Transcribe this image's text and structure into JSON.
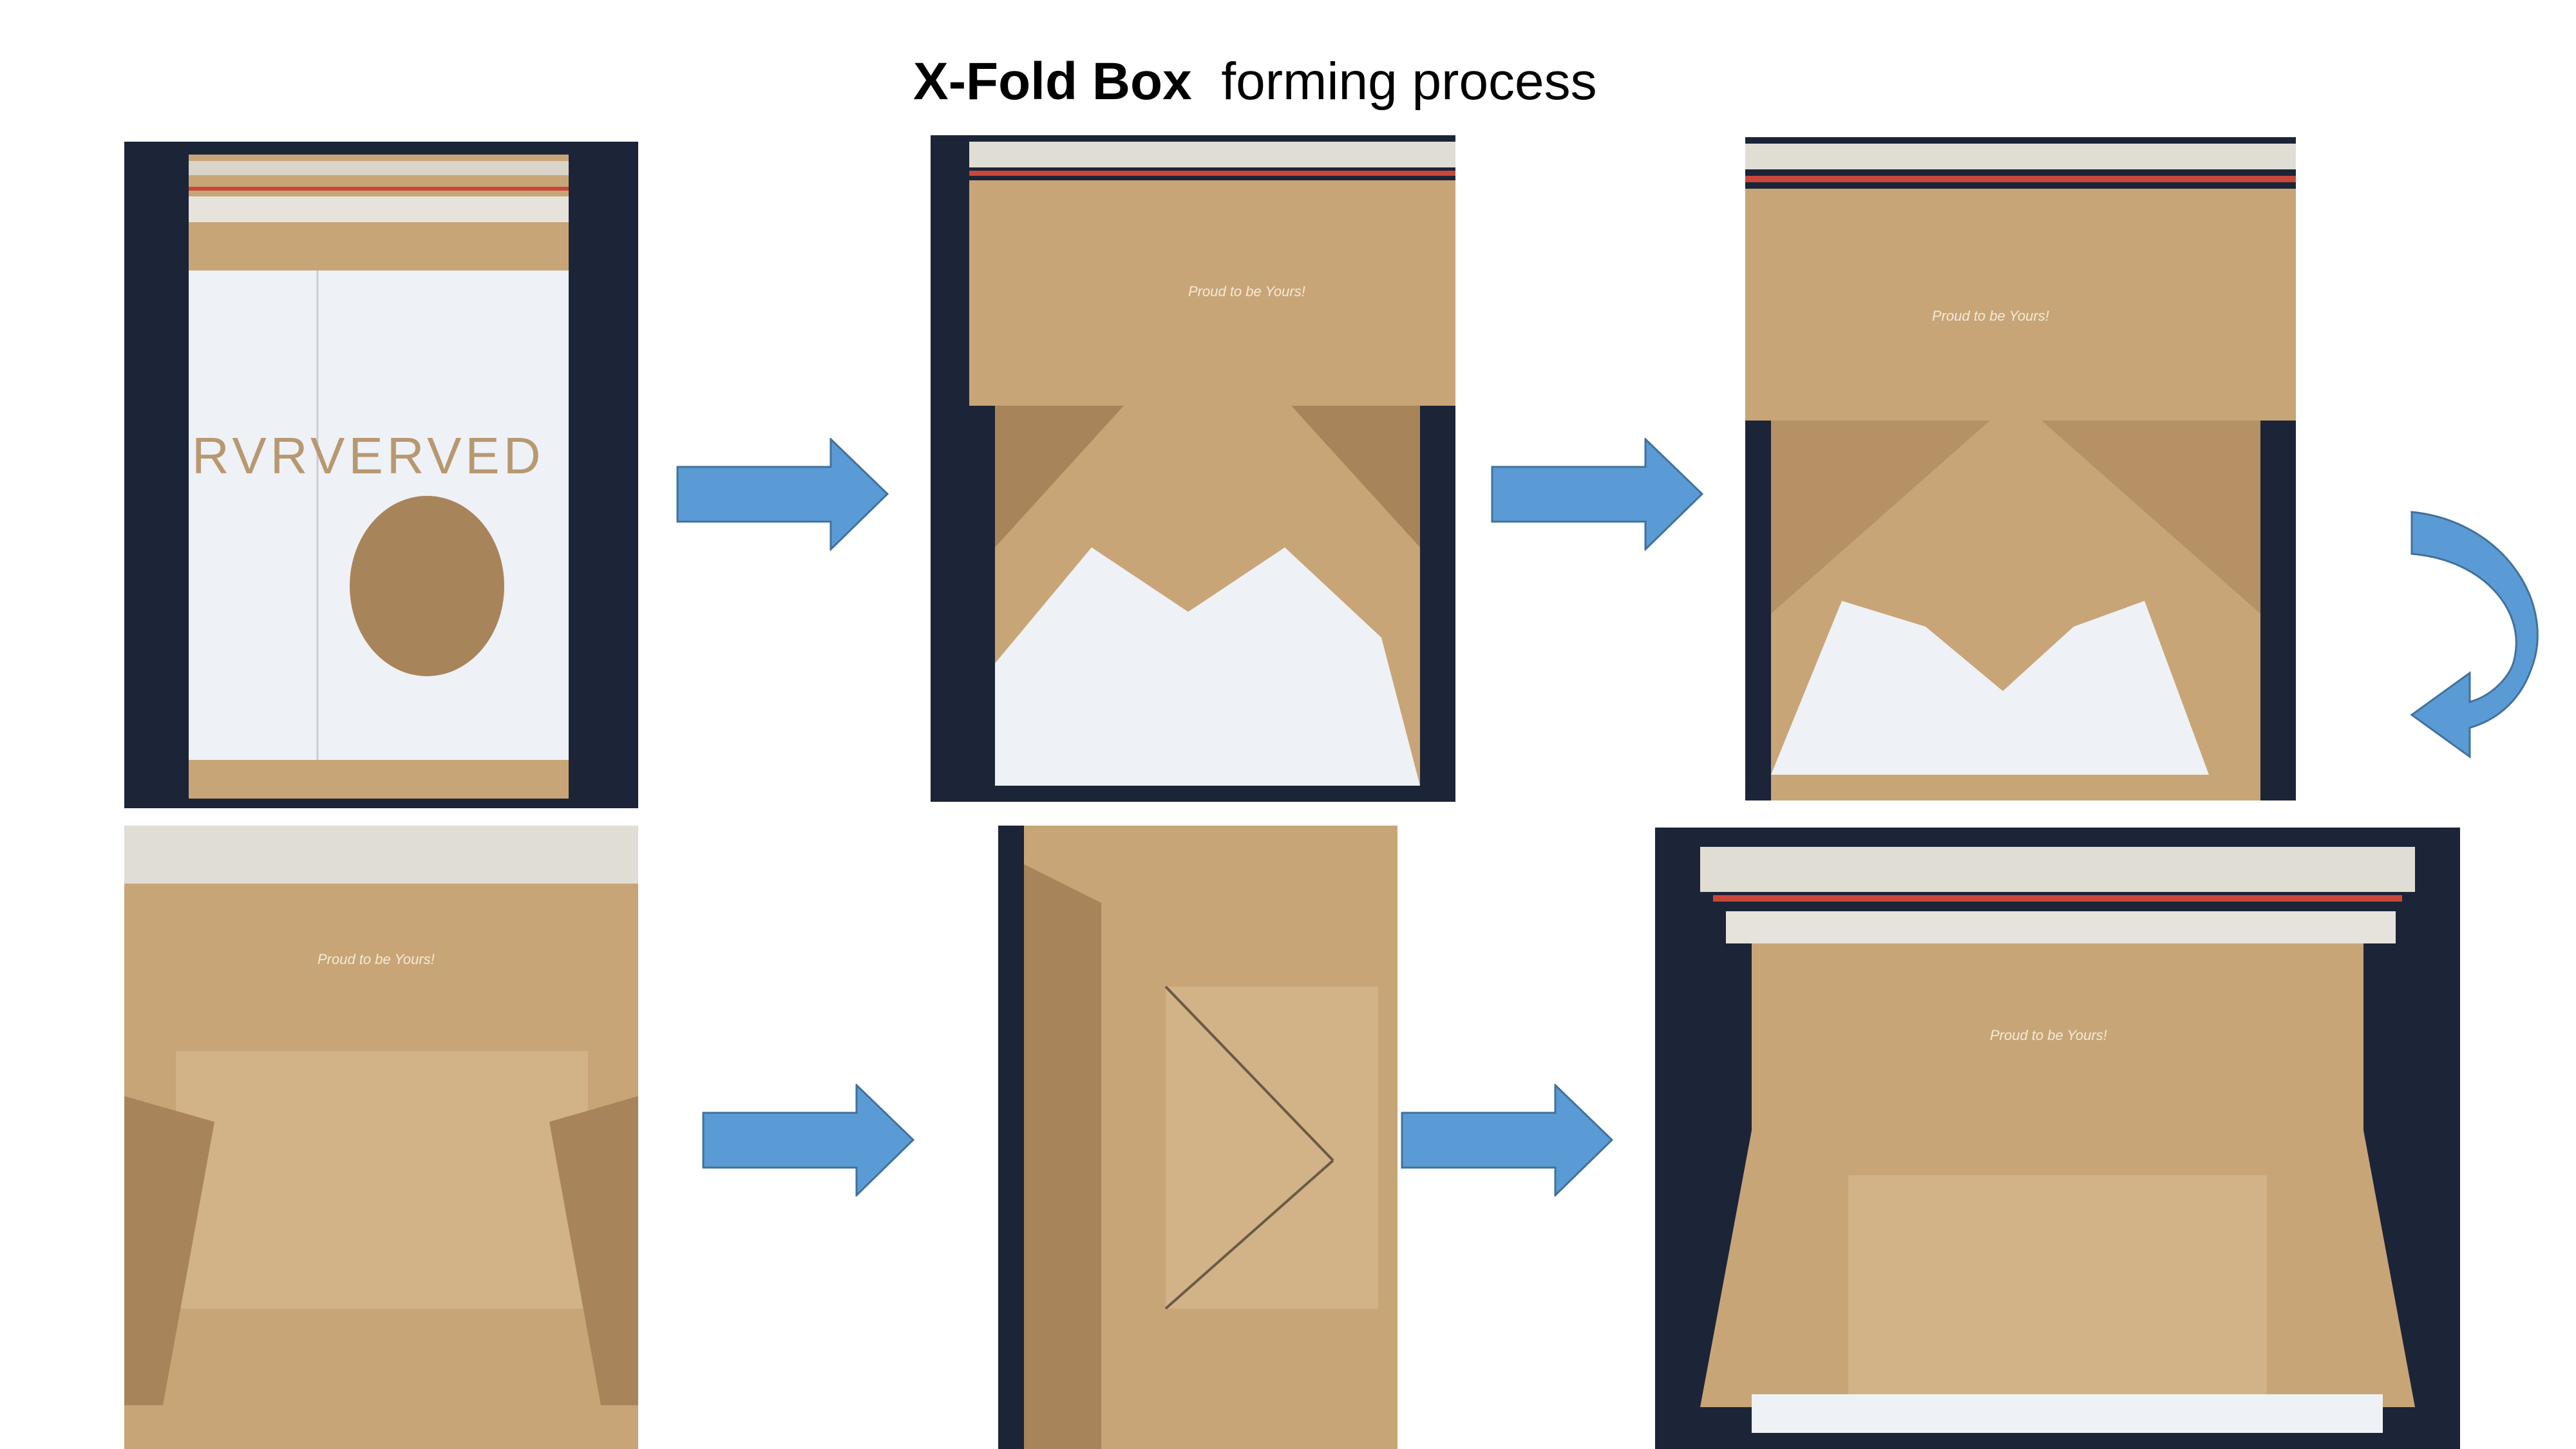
{
  "title": {
    "bold": "X-Fold Box",
    "rest": "forming process"
  },
  "photos": [
    {
      "id": "step-1",
      "print": "RVRVERVED"
    },
    {
      "id": "step-2",
      "print": "Proud to be Yours!"
    },
    {
      "id": "step-3",
      "print": "Proud to be Yours!"
    },
    {
      "id": "step-4",
      "print": "Proud to be Yours!"
    },
    {
      "id": "step-5"
    },
    {
      "id": "step-6",
      "print": "Proud to be Yours!"
    }
  ],
  "colors": {
    "arrow": "#5b9bd5",
    "arrow_stroke": "#41719c",
    "kraft": "#c8a577",
    "kraft_dark": "#a8845a",
    "white_board": "#eef1f6",
    "background_cloth": "#1c2438",
    "red_strip": "#c8473a"
  }
}
